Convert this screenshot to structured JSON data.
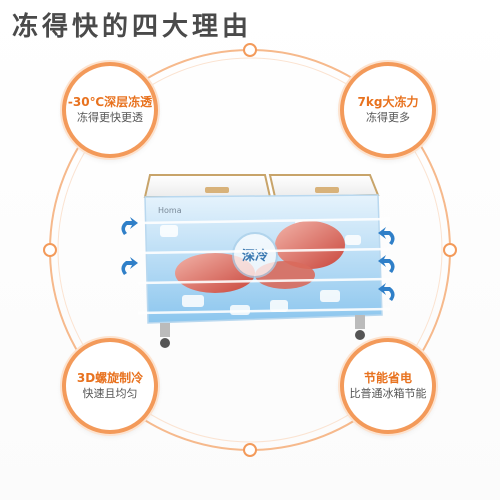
{
  "header": {
    "title": "冻得快的四大理由"
  },
  "features": {
    "top_left": {
      "title": "-30℃深层冻透",
      "subtitle": "冻得更快更透"
    },
    "top_right": {
      "title": "7kg大冻力",
      "subtitle": "冻得更多"
    },
    "bottom_left": {
      "title": "3D螺旋制冷",
      "subtitle": "快速且均匀"
    },
    "bottom_right": {
      "title": "节能省电",
      "subtitle": "比普通冰箱节能"
    }
  },
  "product": {
    "brand_label": "Homa",
    "badge_text": "深冷"
  },
  "colors": {
    "accent_orange": "#f39a5a",
    "title_orange": "#e8721f",
    "ice_blue": "#6fb7e8",
    "airflow_blue": "#2f7fc8",
    "freezer_trim_gold": "#c8a46a"
  }
}
